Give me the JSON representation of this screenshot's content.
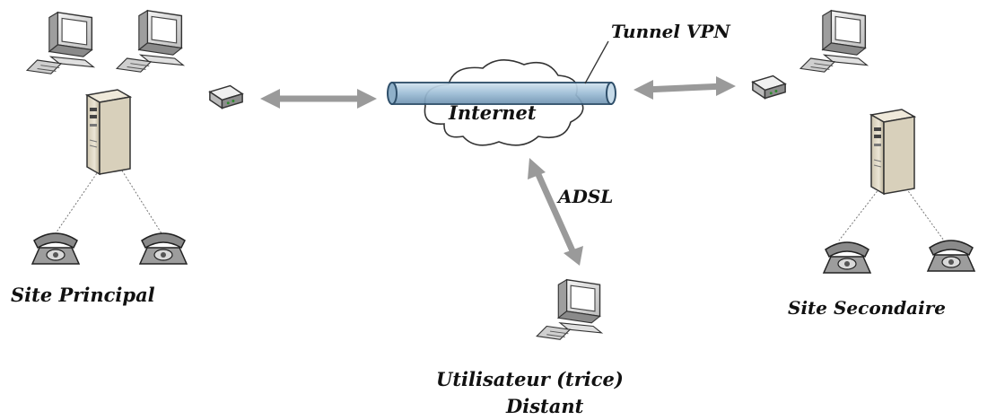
{
  "labels": {
    "tunnel": "Tunnel VPN",
    "internet": "Internet",
    "adsl": "ADSL",
    "site_principal": "Site Principal",
    "site_secondaire": "Site Secondaire",
    "remote_user_line1": "Utilisateur (trice)",
    "remote_user_line2": "Distant"
  },
  "icons": {
    "computer": "desktop-computer-icon",
    "server": "tower-server-icon",
    "phone": "telephone-icon",
    "router": "modem-router-icon",
    "cloud": "internet-cloud-icon",
    "tunnel": "vpn-tunnel-pipe-icon",
    "arrow": "bidirectional-arrow-icon"
  },
  "colors": {
    "tunnel_fill": "#a9c6dc",
    "tunnel_stroke": "#2f4f6a",
    "arrow": "#9a9a9a",
    "cloud_fill": "#ffffff",
    "server_fill": "#e2dccb",
    "monitor_fill": "#e8e8e8"
  }
}
